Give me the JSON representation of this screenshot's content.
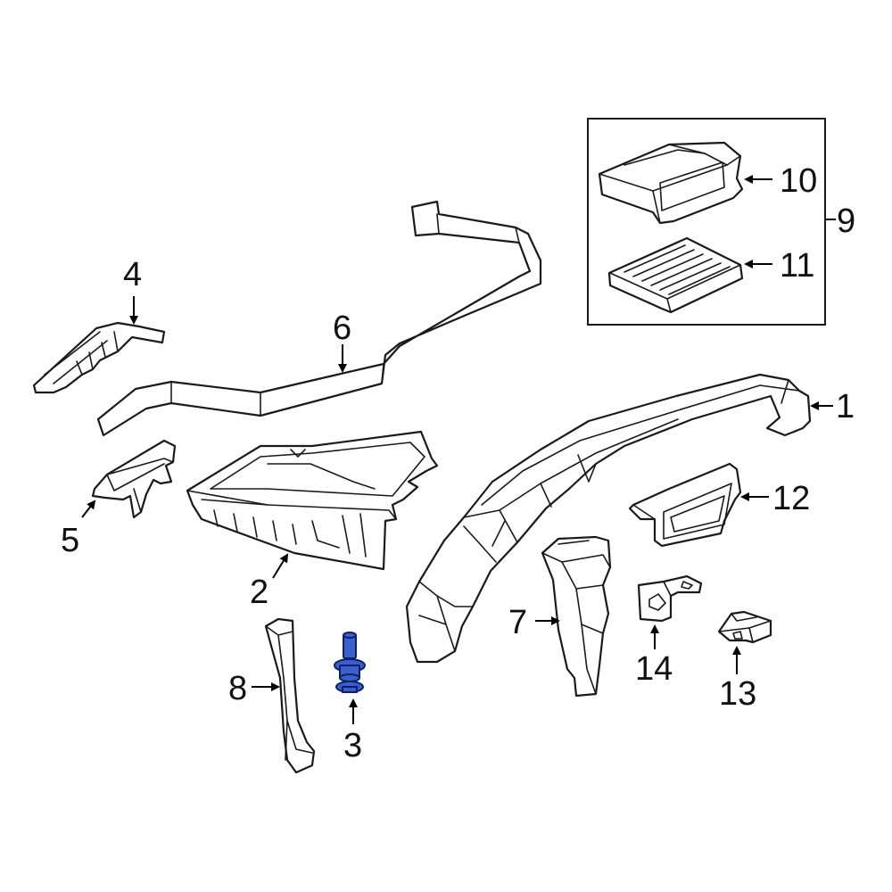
{
  "colors": {
    "highlight": "#3a5fcd",
    "line": "#1a1a1a"
  },
  "callouts": {
    "c1": "1",
    "c2": "2",
    "c3": "3",
    "c4": "4",
    "c5": "5",
    "c6": "6",
    "c7": "7",
    "c8": "8",
    "c9": "9",
    "c10": "10",
    "c11": "11",
    "c12": "12",
    "c13": "13",
    "c14": "14"
  },
  "highlighted_part": "3"
}
